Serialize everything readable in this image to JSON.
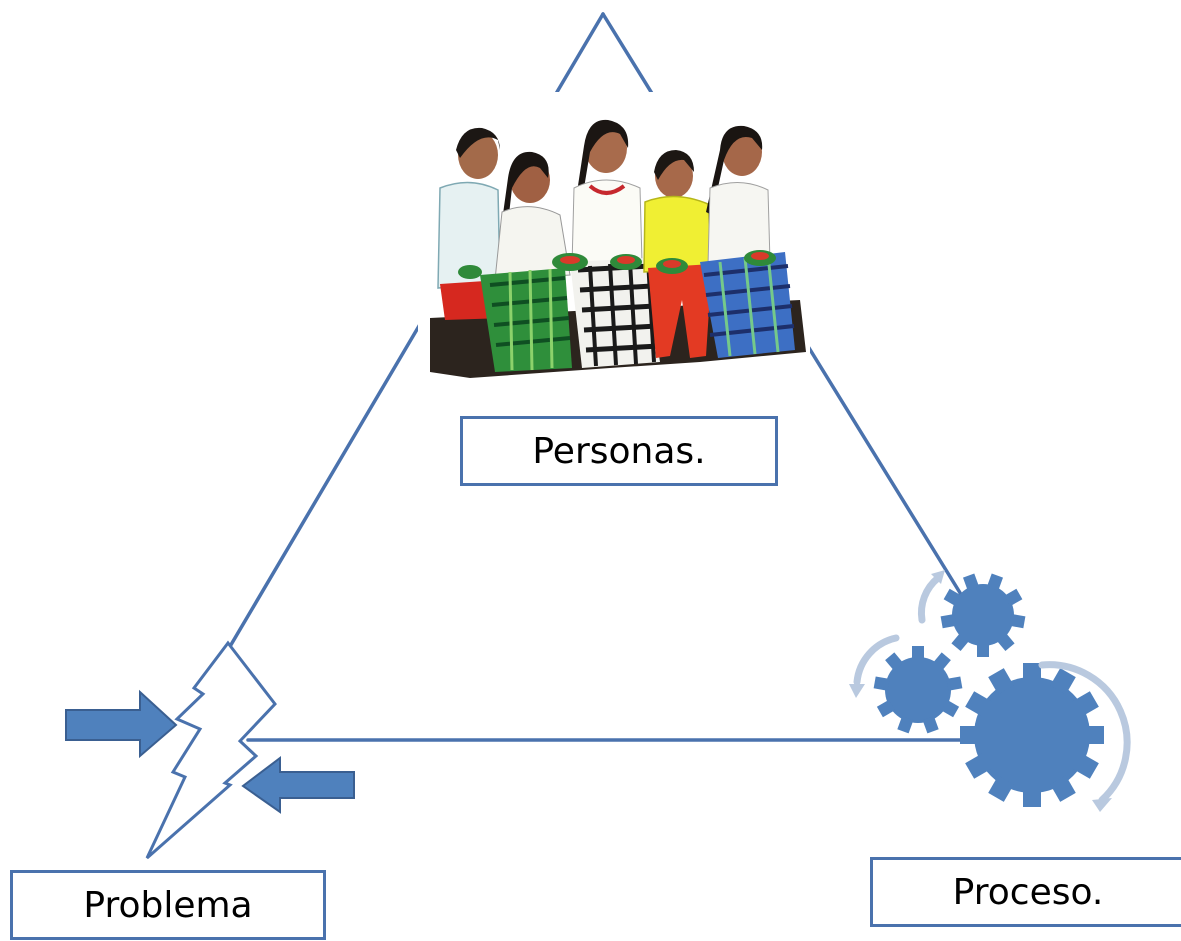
{
  "labels": {
    "personas": "Personas.",
    "problema": "Problema",
    "proceso": "Proceso."
  },
  "colors": {
    "line": "#4a72ad",
    "gear": "#4f81bd",
    "arrow_fill": "#4f81bd",
    "arrow_stroke": "#3a5f91",
    "cycle_arrow": "#b9c9df"
  },
  "icons": {
    "people": "people-illustration",
    "problem": "lightning-bolt-icon",
    "process": "gears-icon"
  }
}
